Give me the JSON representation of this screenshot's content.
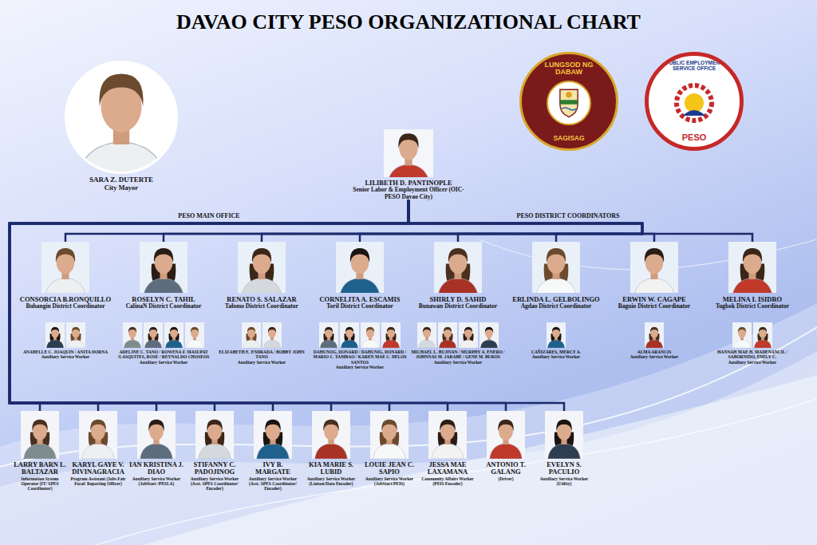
{
  "diagram": {
    "title": "DAVAO CITY PESO ORGANIZATIONAL CHART",
    "nodes": [
      {
        "text": [
          "SARA Z. DUTERTE",
          "City Mayor"
        ]
      },
      {
        "text": [
          "LUNGSOD NG DABAW",
          "SAGISAG"
        ]
      },
      {
        "text": [
          "PUBLIC EMPLOYMENT SERVICE OFFICE",
          "PESO"
        ]
      },
      {
        "text": [
          "LILIBETH D. PANTINOPLE",
          "Senior Labor & Employment Officer (OIC-PESO Davao City)"
        ]
      },
      {
        "text": [
          "CONSORCIA B.RONQUILLO",
          "Buhangin District Coordinator"
        ]
      },
      {
        "text": [
          "ROSELYN C. TAHIL",
          "CalinaN District Coordinator"
        ]
      },
      {
        "text": [
          "RENATO S. SALAZAR",
          "Talomo District Coordinator"
        ]
      },
      {
        "text": [
          "CORNELITA A. ESCAMIS",
          "Toril District Coordinator"
        ]
      },
      {
        "text": [
          "SHIRLY D. SAHID",
          "Bunawan District Coordinator"
        ]
      },
      {
        "text": [
          "ERLINDA L. GELBOLINGO",
          "Agdao District Coordinator"
        ]
      },
      {
        "text": [
          "ERWIN W. CAGAPE",
          "Baguio District Coordinator"
        ]
      },
      {
        "text": [
          "MELINA I. ISIDRO",
          "Tugbok District Coordinator"
        ]
      },
      {
        "text": [
          "ANABELLE C. JOAQUIN / ANITA DORNA",
          "Auxiliary Service Worker"
        ]
      },
      {
        "text": [
          "ADELINE C. TANO / ROWENA F. MASUPAT /LASQUITES, ROSE / REYNALDO CHOSEOS",
          "Auxiliary Service Worker"
        ]
      },
      {
        "text": [
          "ELIZABETH E. ENDRADA / BOBBY JOHN TANO",
          "Auxiliary Service Worker"
        ]
      },
      {
        "text": [
          "DAHUNOG, DONARD / DAHUNIG, DONARD / MARIO C. YAMBAO / KAREN MAE C. DELOS SANTOS",
          "Auxiliary Service Worker"
        ]
      },
      {
        "text": [
          "MICHAEL L. BUJIVAN / MURPHY A. ENERO / JOHNNAS M. JARABE / GENE M. BUROS",
          "Auxiliary Service Worker"
        ]
      },
      {
        "text": [
          "CAÑIZARES, MERCY A.",
          "Auxiliary Service Worker"
        ]
      },
      {
        "text": [
          "ALMA ARANCIS",
          "Auxiliary Service Worker"
        ]
      },
      {
        "text": [
          "HANNAH MAE H. MADENANCIL / SABORNIDO, EMILY C.",
          "Auxiliary Service Worker"
        ]
      },
      {
        "text": [
          "LARRY BARN L. BALTAZAR",
          "Information System Operator (IT/ SPES Coordinator)"
        ]
      },
      {
        "text": [
          "KARYL GAYE V. DIVINAGRACIA",
          "Program Assistant (Jobs Fair Focal/ Reporting Officer)"
        ]
      },
      {
        "text": [
          "IAN KRISTINA J. DIAO",
          "Auxiliary Service Worker (JobStart /PESLA)"
        ]
      },
      {
        "text": [
          "STIFANNY C. PADOJINOG",
          "Auxiliary Service Worker (Asst. SPES Coordinator/ Encoder)"
        ]
      },
      {
        "text": [
          "IVY B. MARGATE",
          "Auxiliary Service Worker (Asst. SPES Coordinator/ Encoder)"
        ]
      },
      {
        "text": [
          "KIA MARIE S. LUBID",
          "Auxiliary Service Worker (Liaison/Data Encoder)"
        ]
      },
      {
        "text": [
          "LOUIE JEAN C. SAPIO",
          "Auxiliary Service Worker (JobStart/PEIS)"
        ]
      },
      {
        "text": [
          "JESSA MAE LAXAMANA",
          "Community Affairs Worker (PEIS Encoder)"
        ]
      },
      {
        "text": [
          "ANTONIO T. GALANG",
          "(Driver)"
        ]
      },
      {
        "text": [
          "EVELYN S. PACULIO",
          "Auxiliary Service Worker (Utility)"
        ]
      }
    ],
    "edges": [
      {
        "from": 3,
        "to": 4,
        "arrow": "none"
      },
      {
        "from": 3,
        "to": 5,
        "arrow": "none"
      },
      {
        "from": 3,
        "to": 6,
        "arrow": "none"
      },
      {
        "from": 3,
        "to": 7,
        "arrow": "none"
      },
      {
        "from": 3,
        "to": 8,
        "arrow": "none"
      },
      {
        "from": 3,
        "to": 9,
        "arrow": "none"
      },
      {
        "from": 3,
        "to": 10,
        "arrow": "none"
      },
      {
        "from": 3,
        "to": 11,
        "arrow": "none"
      },
      {
        "from": 3,
        "to": 20,
        "arrow": "none"
      },
      {
        "from": 3,
        "to": 21,
        "arrow": "none"
      },
      {
        "from": 3,
        "to": 22,
        "arrow": "none"
      },
      {
        "from": 3,
        "to": 23,
        "arrow": "none"
      },
      {
        "from": 3,
        "to": 24,
        "arrow": "none"
      },
      {
        "from": 3,
        "to": 25,
        "arrow": "none"
      },
      {
        "from": 3,
        "to": 26,
        "arrow": "none"
      },
      {
        "from": 3,
        "to": 27,
        "arrow": "none"
      },
      {
        "from": 3,
        "to": 28,
        "arrow": "none"
      },
      {
        "from": 3,
        "to": 29,
        "arrow": "none"
      }
    ],
    "labels": [
      "PESO MAIN OFFICE",
      "PESO DISTRICT COORDINATORS"
    ]
  }
}
